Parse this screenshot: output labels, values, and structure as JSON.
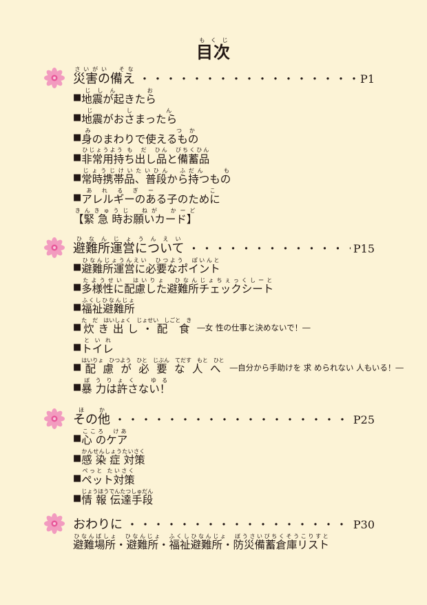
{
  "title": {
    "text": "目次",
    "ruby": "もくじ"
  },
  "sections": [
    {
      "title": "災害の備え",
      "ruby": "さいがい　そな",
      "dots": "・・・・・・・・・・・・・・・・・",
      "page": "P1",
      "items": [
        {
          "mark": "■",
          "text": "地震が起きたら",
          "ruby": "じしん　　お"
        },
        {
          "mark": "■",
          "text": "地震がおさまったら",
          "ruby": "じしん"
        },
        {
          "mark": "■",
          "text": "身のまわりで使えるもの",
          "ruby": "み　　　　　　つか"
        },
        {
          "mark": "■",
          "text": "非常用持ち出し品と備蓄品",
          "ruby": "ひじょうよう も　だ　ひん　びちくひん"
        },
        {
          "mark": "■",
          "text": "常時携帯品、普段から持つもの",
          "ruby": "じょうじけいたいひん　ふだん　　も"
        },
        {
          "mark": "■",
          "text": "アレルギーのある子のために",
          "ruby": "あれるぎー　　　こ"
        },
        {
          "mark": "",
          "text": "【緊 急 時お願いカード】",
          "ruby": "きんきゅうじ　ねが　かーど"
        }
      ]
    },
    {
      "title": "避難所運営について",
      "ruby": "ひなんじょうんえい",
      "dots": "・・・・・・・・・・・・・",
      "page": "P15",
      "items": [
        {
          "mark": "■",
          "text": "避難所運営に必要なポイント",
          "ruby": "ひなんじょうんえい　ひつよう　ぽいんと"
        },
        {
          "mark": "■",
          "text": "多様性に配慮した避難所チェックシート",
          "ruby": "たようせい　はいりょ　ひなんじょちぇっくしーと"
        },
        {
          "mark": "■",
          "text": "福祉避難所",
          "ruby": "ふくしひなんじょ"
        },
        {
          "mark": "■",
          "text": "炊き出し・配 食",
          "note": "―女 性の仕事と決めないで！―",
          "ruby": "た　だ　はいしょく　じょせい　しごと　き"
        },
        {
          "mark": "■",
          "text": "トイレ",
          "ruby": "といれ"
        },
        {
          "mark": "■",
          "text": "配慮が必要な人へ",
          "note": "―自分から手助けを 求 められない 人もいる！―",
          "ruby": "はいりょ　ひつよう　ひと　じぶん　てだす　もと　ひと"
        },
        {
          "mark": "■",
          "text": "暴 力は許さない！",
          "ruby": "ぼうりょく　ゆる"
        }
      ]
    },
    {
      "title": "その他",
      "ruby": "ほか",
      "dots": "・・・・・・・・・・・・・・・・・・・",
      "page": "P25",
      "items": [
        {
          "mark": "■",
          "text": "心 のケア",
          "ruby": "こころ　けあ"
        },
        {
          "mark": "■",
          "text": "感 染 症 対策",
          "ruby": "かんせんしょうたいさく"
        },
        {
          "mark": "■",
          "text": "ペット対策",
          "ruby": "ぺっと たいさく"
        },
        {
          "mark": "■",
          "text": "情 報 伝達手段",
          "ruby": "じょうほうでんたつしゅだん"
        }
      ]
    },
    {
      "title": "おわりに",
      "ruby": "",
      "dots": "・・・・・・・・・・・・・・・・・・",
      "page": "P30",
      "items": [
        {
          "mark": "",
          "text": "避難場所・避難所・福祉避難所・防災備蓄倉庫リスト",
          "ruby": "ひなんばしょ　ひなんじょ　ふくしひなんじょ　ぼうさいびちくそうこりすと"
        }
      ]
    }
  ],
  "colors": {
    "background": "#fcf3d6",
    "flower": "#f29bbf",
    "flower_center": "#e8579a",
    "text": "#231815"
  },
  "icons": {
    "section_marker": "pink-flower-icon"
  }
}
